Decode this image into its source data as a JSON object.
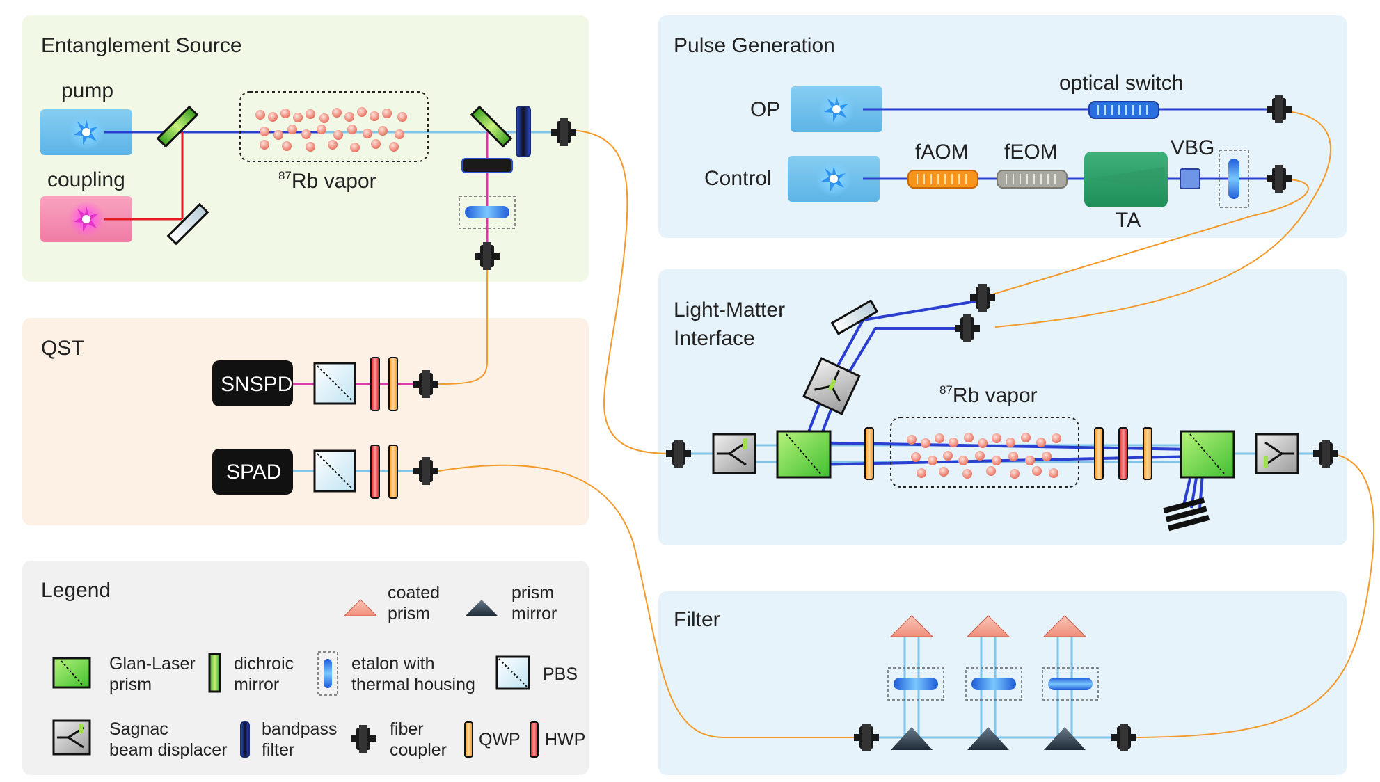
{
  "panels": {
    "entanglement_source": "Entanglement Source",
    "qst": "QST",
    "legend": "Legend",
    "pulse_generation": "Pulse Generation",
    "light_matter": [
      "Light-Matter",
      "Interface"
    ],
    "filter": "Filter"
  },
  "labels": {
    "pump": "pump",
    "coupling": "coupling",
    "rb_vapor_sup": "87",
    "rb_vapor_text": "Rb vapor",
    "snspd": "SNSPD",
    "spad": "SPAD",
    "op": "OP",
    "control": "Control",
    "optical_switch": "optical switch",
    "faom": "fAOM",
    "feom": "fEOM",
    "vbg": "VBG",
    "ta": "TA"
  },
  "legend": {
    "coated_prism": [
      "coated",
      "prism"
    ],
    "prism_mirror": [
      "prism",
      "mirror"
    ],
    "glan_laser_prism": [
      "Glan-Laser",
      "prism"
    ],
    "dichroic_mirror": [
      "dichroic",
      "mirror"
    ],
    "etalon": [
      "etalon with",
      "thermal housing"
    ],
    "pbs": "PBS",
    "sagnac": [
      "Sagnac",
      "beam displacer"
    ],
    "bandpass": [
      "bandpass",
      "filter"
    ],
    "fiber_coupler": [
      "fiber",
      "coupler"
    ],
    "qwp": "QWP",
    "hwp": "HWP"
  },
  "colors": {
    "entanglement_bg": "#f1f8e6",
    "qst_bg": "#fdf1e5",
    "legend_bg": "#f1f1f1",
    "blue_panel_bg": "#e7f3fb",
    "beam_blue": "#2a3fd0",
    "beam_light": "#7fc6ea",
    "beam_red": "#e31b23",
    "beam_magenta": "#d63aa6",
    "fiber": "#f39a2b",
    "qwp": "#f7941d",
    "hwp": "#ed1c24",
    "vapor": "#ee7b6b"
  }
}
